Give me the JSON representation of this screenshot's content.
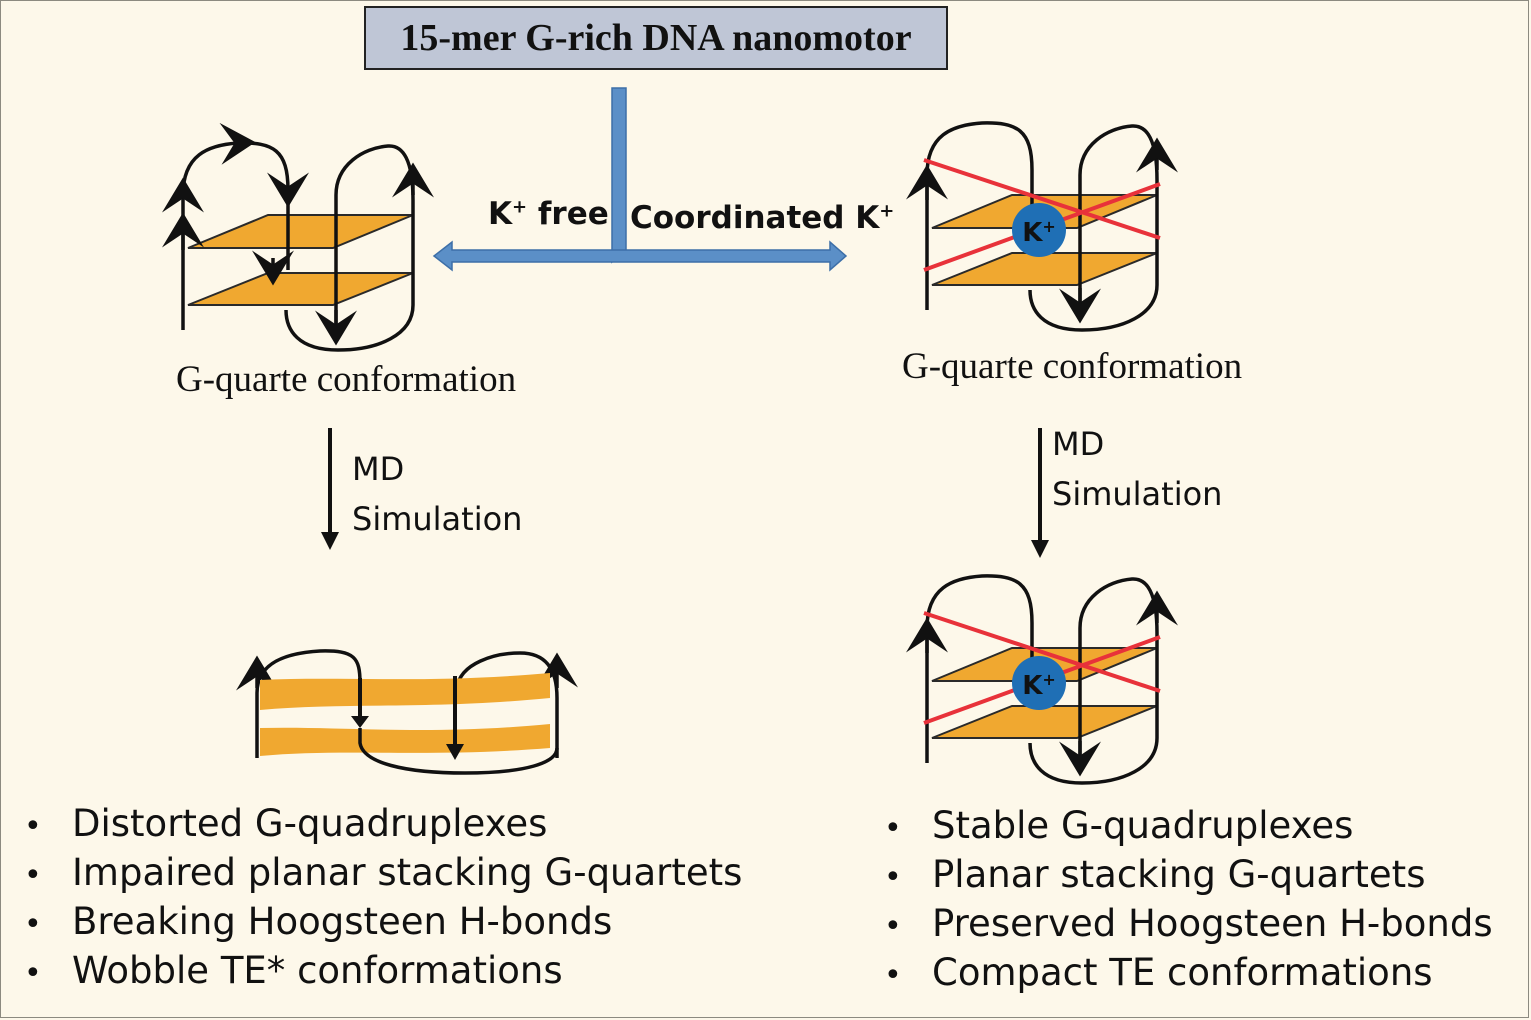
{
  "title": "15-mer G-rich DNA nanomotor",
  "branches": {
    "left": {
      "ion": "K",
      "charge": "+",
      "suffix": " free"
    },
    "right": {
      "prefix": "Coordinated ",
      "ion": "K",
      "charge": "+"
    }
  },
  "left": {
    "conformation_label": "G-quarte conformation",
    "process": [
      "MD",
      "Simulation"
    ],
    "bullets": [
      "Distorted G-quadruplexes",
      "Impaired planar stacking G-quartets",
      "Breaking Hoogsteen H-bonds",
      "Wobble TE* conformations"
    ]
  },
  "right": {
    "conformation_label": "G-quarte conformation",
    "ion_label": "K+",
    "process": [
      "MD",
      "Simulation"
    ],
    "bullets": [
      "Stable G-quadruplexes",
      "Planar stacking G-quartets",
      "Preserved Hoogsteen H-bonds",
      "Compact TE conformations"
    ]
  },
  "bullet_glyph": "•",
  "colors": {
    "background": "#fdf8ea",
    "title_box": "#bfc6d6",
    "arrow_blue": "#5b8fc7",
    "quartet_orange": "#f0a830",
    "ion_blue": "#1f6fb5",
    "coordination_red": "#e8323a"
  }
}
